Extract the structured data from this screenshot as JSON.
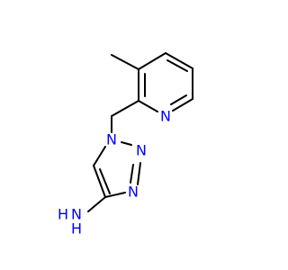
{
  "structure": {
    "atom_labels": {
      "pyridine_n": "N",
      "triazole_n1": "N",
      "triazole_n2": "N",
      "triazole_n3": "N",
      "amine_n": "N",
      "amine_h1": "H",
      "amine_h2": "H"
    },
    "colors": {
      "bond": "#000000",
      "heteroatom": "#0000ff"
    }
  }
}
